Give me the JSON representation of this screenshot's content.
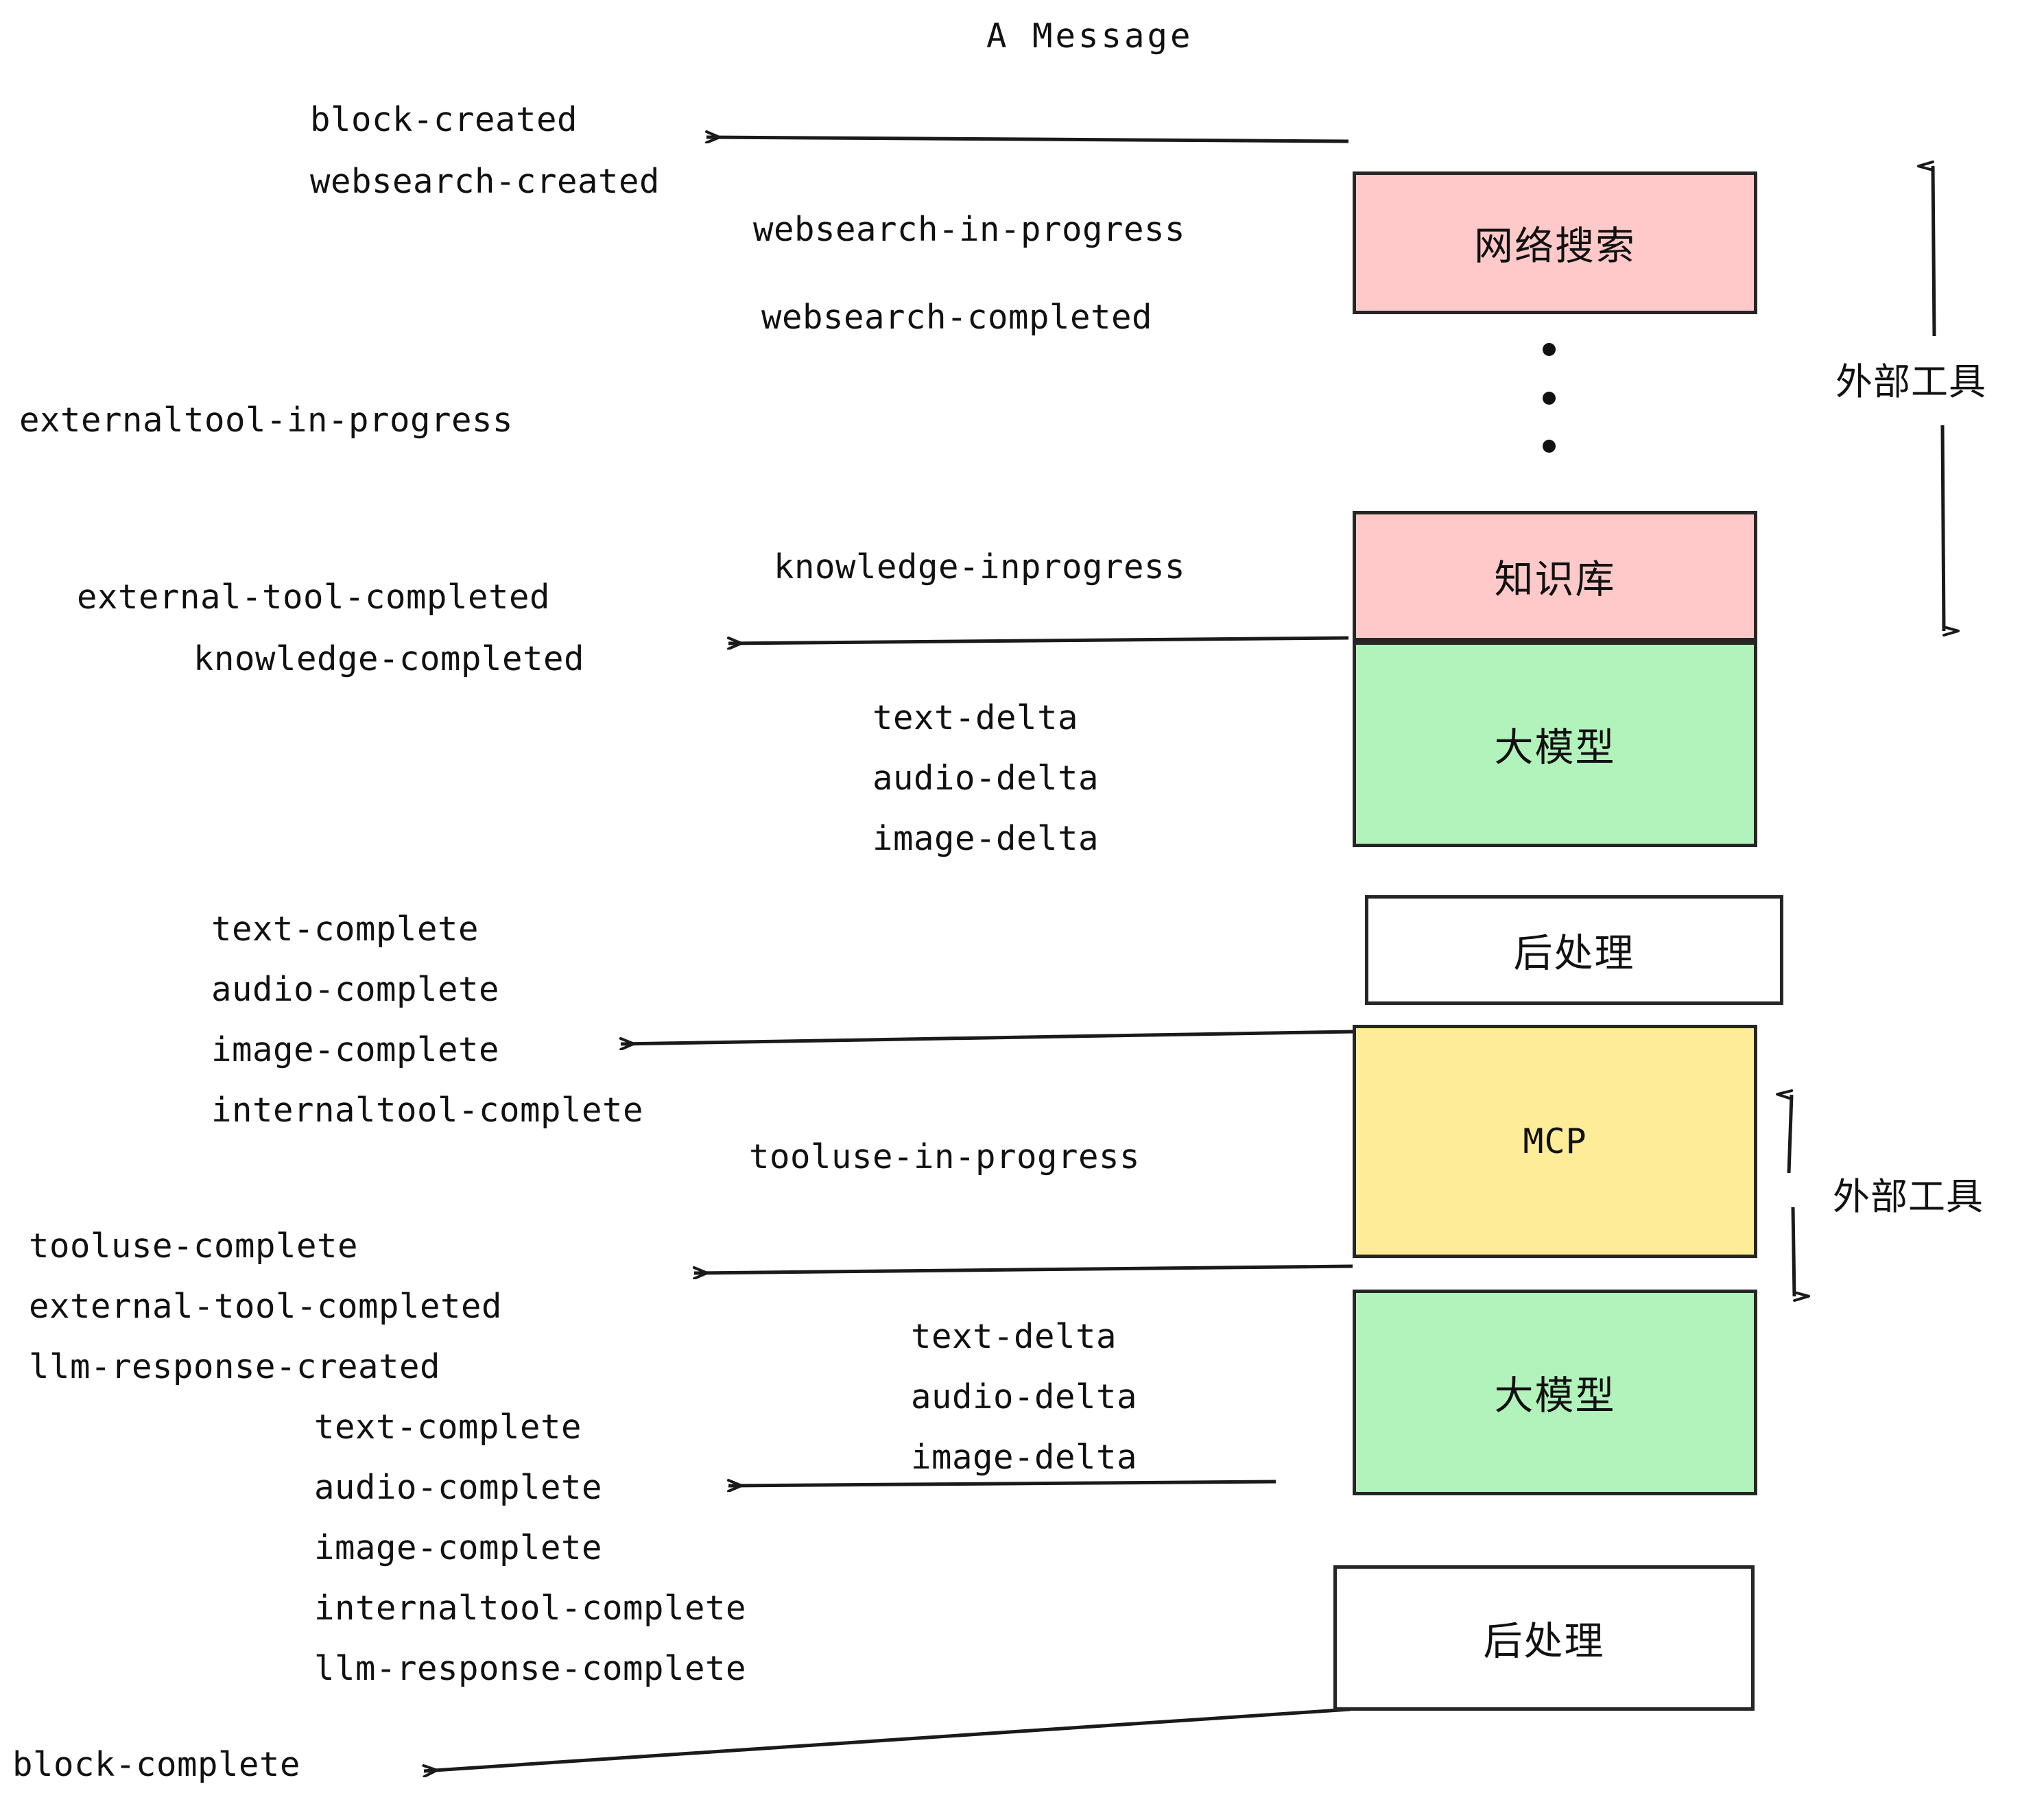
{
  "diagram": {
    "title": "A Message",
    "colors": {
      "pink": "#ffc9c9",
      "green": "#b2f2bb",
      "yellow": "#ffec99",
      "white": "#ffffff",
      "stroke": "#262626",
      "text": "#111111"
    },
    "boxes": [
      {
        "id": "websearch",
        "label": "网络搜索",
        "fill": "#ffc9c9"
      },
      {
        "id": "knowledge",
        "label": "知识库",
        "fill": "#ffc9c9"
      },
      {
        "id": "llm-1",
        "label": "大模型",
        "fill": "#b2f2bb"
      },
      {
        "id": "postproc-1",
        "label": "后处理",
        "fill": "#ffffff"
      },
      {
        "id": "mcp",
        "label": "MCP",
        "fill": "#ffec99"
      },
      {
        "id": "llm-2",
        "label": "大模型",
        "fill": "#b2f2bb"
      },
      {
        "id": "postproc-2",
        "label": "后处理",
        "fill": "#ffffff"
      }
    ],
    "side_labels": [
      {
        "id": "external-tool-top",
        "label": "外部工具"
      },
      {
        "id": "external-tool-bottom",
        "label": "外部工具"
      }
    ],
    "events": [
      {
        "id": "block-created",
        "label": "block-created"
      },
      {
        "id": "websearch-created",
        "label": "websearch-created"
      },
      {
        "id": "websearch-in-progress",
        "label": "websearch-in-progress"
      },
      {
        "id": "websearch-completed",
        "label": "websearch-completed"
      },
      {
        "id": "externaltool-in-progress",
        "label": "externaltool-in-progress"
      },
      {
        "id": "knowledge-inprogress",
        "label": "knowledge-inprogress"
      },
      {
        "id": "external-tool-completed-1",
        "label": "external-tool-completed"
      },
      {
        "id": "knowledge-completed",
        "label": "knowledge-completed"
      },
      {
        "id": "text-delta-1",
        "label": "text-delta"
      },
      {
        "id": "audio-delta-1",
        "label": "audio-delta"
      },
      {
        "id": "image-delta-1",
        "label": "image-delta"
      },
      {
        "id": "text-complete-1",
        "label": "text-complete"
      },
      {
        "id": "audio-complete-1",
        "label": "audio-complete"
      },
      {
        "id": "image-complete-1",
        "label": "image-complete"
      },
      {
        "id": "internaltool-complete-1",
        "label": "internaltool-complete"
      },
      {
        "id": "tooluse-in-progress",
        "label": "tooluse-in-progress"
      },
      {
        "id": "tooluse-complete",
        "label": "tooluse-complete"
      },
      {
        "id": "external-tool-completed-2",
        "label": "external-tool-completed"
      },
      {
        "id": "llm-response-created",
        "label": "llm-response-created"
      },
      {
        "id": "text-delta-2",
        "label": "text-delta"
      },
      {
        "id": "audio-delta-2",
        "label": "audio-delta"
      },
      {
        "id": "image-delta-2",
        "label": "image-delta"
      },
      {
        "id": "text-complete-2",
        "label": "text-complete"
      },
      {
        "id": "audio-complete-2",
        "label": "audio-complete"
      },
      {
        "id": "image-complete-2",
        "label": "image-complete"
      },
      {
        "id": "internaltool-complete-2",
        "label": "internaltool-complete"
      },
      {
        "id": "llm-response-complete",
        "label": "llm-response-complete"
      },
      {
        "id": "block-complete",
        "label": "block-complete"
      }
    ]
  }
}
